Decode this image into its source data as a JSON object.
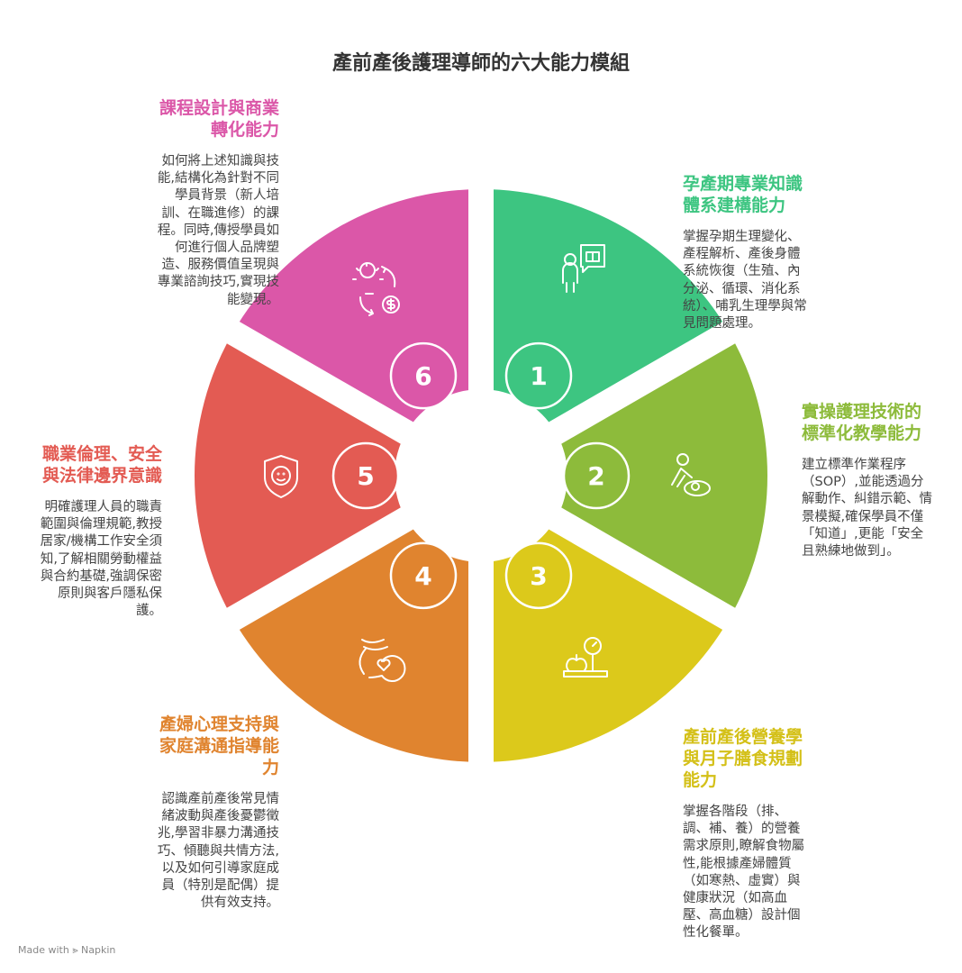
{
  "title": "產前產後護理導師的六大能力模組",
  "modules": [
    {
      "number": "1",
      "title": "孕產期專業知識體系建構能力",
      "desc": "掌握孕期生理變化、產程解析、產後身體系統恢復（生殖、內分泌、循環、消化系統）、哺乳生理學與常見問題處理。",
      "color": "#3DC581",
      "icon": "teacher-presentation-icon"
    },
    {
      "number": "2",
      "title": "實操護理技術的標準化教學能力",
      "desc": "建立標準作業程序（SOP）,並能透過分解動作、糾錯示範、情景模擬,確保學員不僅「知道」,更能「安全且熟練地做到」。",
      "color": "#8DBB3B",
      "icon": "caregiver-baby-icon"
    },
    {
      "number": "3",
      "title": "產前產後營養學與月子膳食規劃能力",
      "desc": "掌握各階段（排、調、補、養）的營養需求原則,瞭解食物屬性,能根據產婦體質（如寒熱、虛實）與健康狀況（如高血壓、高血糖）設計個性化餐單。",
      "color": "#DCC91B",
      "icon": "apple-scale-icon"
    },
    {
      "number": "4",
      "title": "產婦心理支持與家庭溝通指導能力",
      "desc": "認識產前產後常見情緒波動與產後憂鬱徵兆,學習非暴力溝通技巧、傾聽與共情方法,以及如何引導家庭成員（特別是配偶）提供有效支持。",
      "color": "#E0842F",
      "icon": "pregnant-heart-icon"
    },
    {
      "number": "5",
      "title": "職業倫理、安全與法律邊界意識",
      "desc": "明確護理人員的職責範圍與倫理規範,教授居家/機構工作安全須知,了解相關勞動權益與合約基礎,強調保密原則與客戶隱私保護。",
      "color": "#E35B53",
      "icon": "baby-shield-icon"
    },
    {
      "number": "6",
      "title": "課程設計與商業轉化能力",
      "desc": "如何將上述知識與技能,結構化為針對不同學員背景（新人培訓、在職進修）的課程。同時,傳授學員如何進行個人品牌塑造、服務價值呈現與專業諮詢技巧,實現技能變現。",
      "color": "#DB57A8",
      "icon": "idea-money-cycle-icon"
    }
  ],
  "footer": {
    "prefix": "Made with",
    "brand": "Napkin"
  }
}
